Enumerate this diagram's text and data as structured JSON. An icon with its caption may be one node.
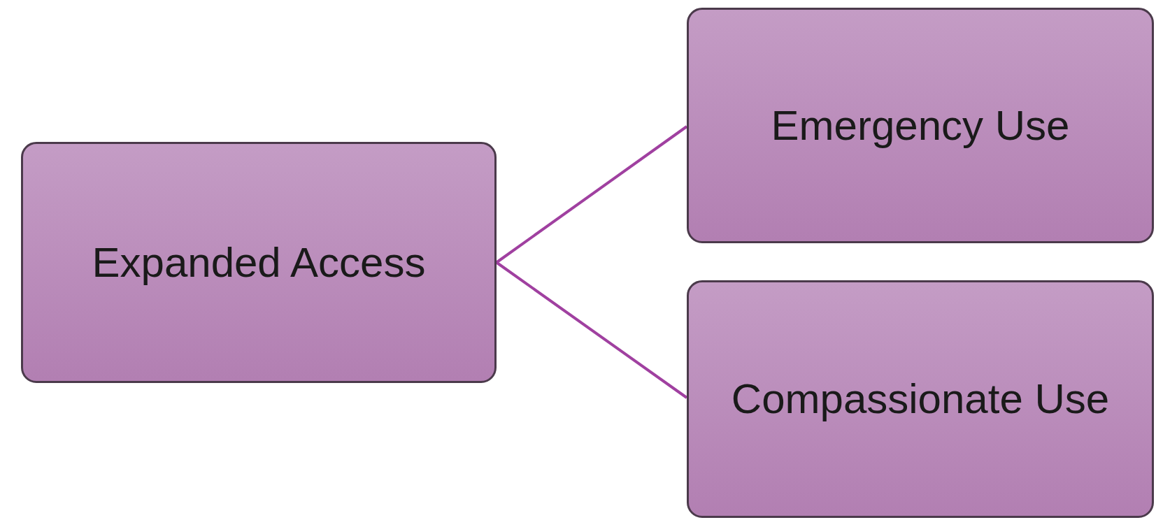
{
  "diagram": {
    "nodes": [
      {
        "text": [
          "Expanded Access"
        ]
      },
      {
        "text": [
          "Emergency Use"
        ]
      },
      {
        "text": [
          "Compassionate Use"
        ]
      }
    ],
    "edges": [
      {
        "from": 0,
        "to": 1,
        "arrow": "none"
      },
      {
        "from": 0,
        "to": 2,
        "arrow": "none"
      }
    ]
  }
}
